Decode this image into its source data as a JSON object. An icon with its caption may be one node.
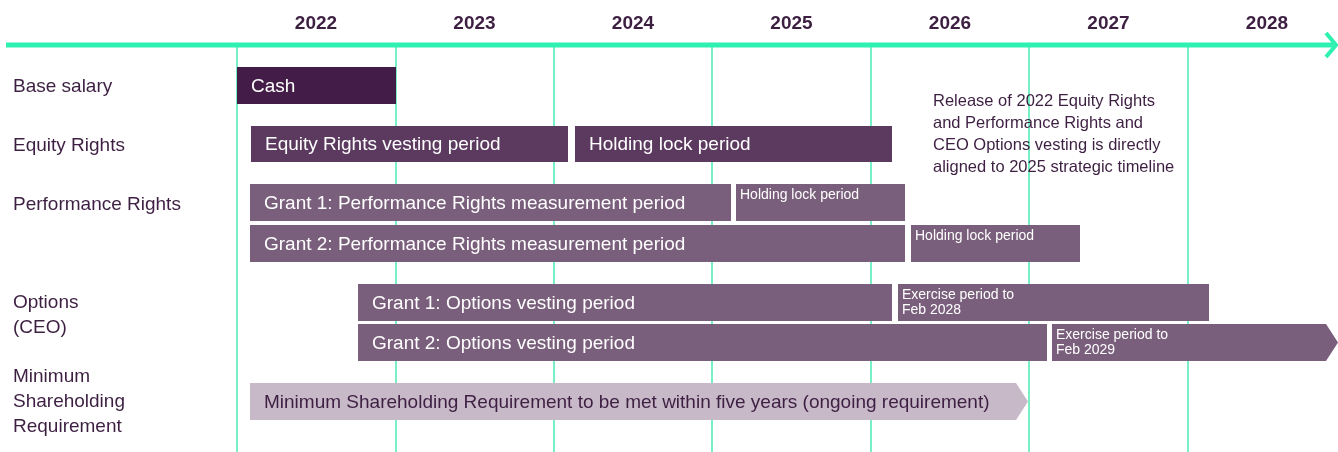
{
  "diagram": {
    "nodes": [
      {
        "text": [
          "Cash"
        ]
      },
      {
        "text": [
          "Equity Rights vesting period"
        ]
      },
      {
        "text": [
          "Holding lock period"
        ]
      },
      {
        "text": [
          "Grant 1: Performance Rights measurement period"
        ]
      },
      {
        "text": [
          "Holding lock period"
        ]
      },
      {
        "text": [
          "Grant 2: Performance Rights measurement period"
        ]
      },
      {
        "text": [
          "Holding lock period"
        ]
      },
      {
        "text": [
          "Grant 1: Options vesting period"
        ]
      },
      {
        "text": [
          "Exercise period to Feb 2028"
        ]
      },
      {
        "text": [
          "Grant 2: Options vesting period"
        ]
      },
      {
        "text": [
          "Exercise period to Feb 2029"
        ]
      },
      {
        "text": [
          "Minimum Shareholding Requirement to be met within five years (ongoing requirement)"
        ]
      }
    ],
    "labels": [
      "2022",
      "2023",
      "2024",
      "2025",
      "2026",
      "2027",
      "2028",
      "Base salary",
      "Equity Rights",
      "Performance Rights",
      "Options (CEO)",
      "Minimum Shareholding Requirement",
      "Release of 2022 Equity Rights and Performance Rights and CEO Options vesting is directly aligned to 2025 strategic timeline"
    ]
  }
}
